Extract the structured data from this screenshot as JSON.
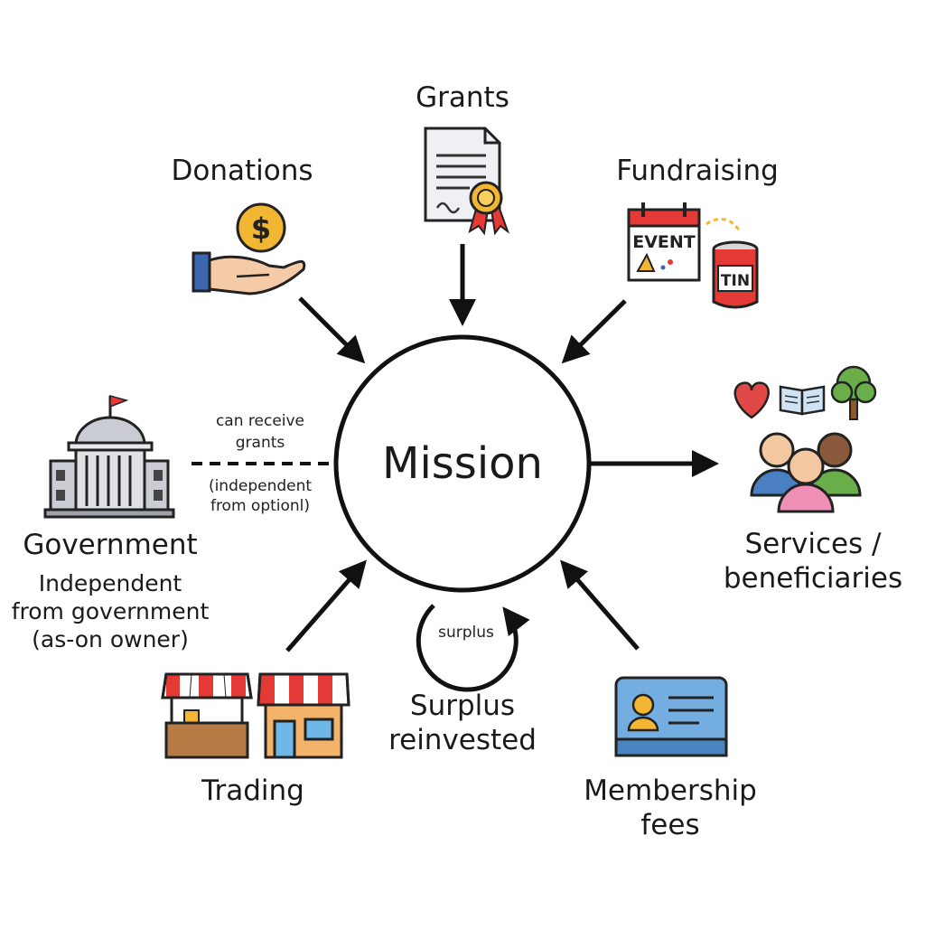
{
  "center": {
    "label": "Mission"
  },
  "sources": {
    "grants": "Grants",
    "donations": "Donations",
    "fundraising": "Fundraising",
    "trading": "Trading",
    "membership_line1": "Membership",
    "membership_line2": "fees",
    "surplus_line1": "Surplus",
    "surplus_line2": "reinvested",
    "surplus_loop": "surplus"
  },
  "government": {
    "title": "Government",
    "line1": "Independent",
    "line2": "from government",
    "line3": "(as-on owner)",
    "link_line1": "can receive",
    "link_line2": "grants",
    "link_line3": "(independent",
    "link_line4": "from optionl)"
  },
  "output": {
    "line1": "Services /",
    "line2": "beneficiaries"
  },
  "icon_text": {
    "event": "EVENT",
    "tin": "TIN",
    "dollar": "$"
  },
  "colors": {
    "line": "#111111",
    "accent_red": "#e53935",
    "gold": "#f2b632",
    "blue": "#4a7fc1"
  }
}
